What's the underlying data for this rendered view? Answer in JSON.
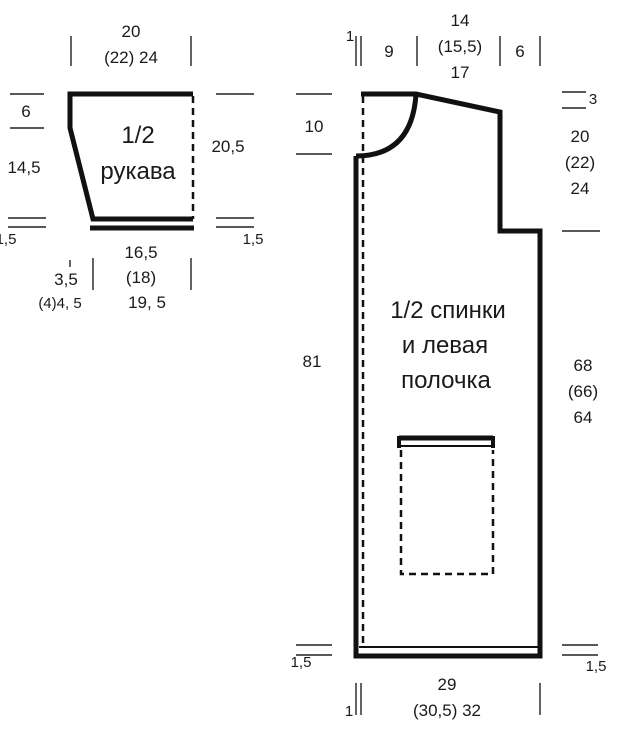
{
  "sleeve": {
    "title_line1": "1/2",
    "title_line2": "рукава",
    "top_width": [
      "20",
      "(22)  24"
    ],
    "top_left_offset": "6",
    "left_length": "14,5",
    "right_length": "20,5",
    "hem_left": "1,5",
    "hem_right": "1,5",
    "bottom_width": [
      "16,5",
      "(18)",
      "19, 5"
    ],
    "bottom_offset": [
      "3,5",
      "(4)4, 5"
    ]
  },
  "body": {
    "title_lines": [
      "1/2 спинки",
      "и левая",
      "полочка"
    ],
    "neck_offset": "1",
    "neck_width": "9",
    "shoulder_width": [
      "14",
      "(15,5)",
      "17"
    ],
    "armhole_offset": "6",
    "neck_depth": "10",
    "shoulder_drop": "3",
    "armhole_depth": [
      "20",
      "(22)",
      "24"
    ],
    "total_length": "81",
    "side_length": [
      "68",
      "(66)",
      "64"
    ],
    "hem_left": "1,5",
    "hem_right": "1,5",
    "bottom_width": [
      "29",
      "(30,5)  32"
    ],
    "bottom_offset": "1"
  },
  "colors": {
    "ink": "#111111",
    "background": "#ffffff"
  }
}
